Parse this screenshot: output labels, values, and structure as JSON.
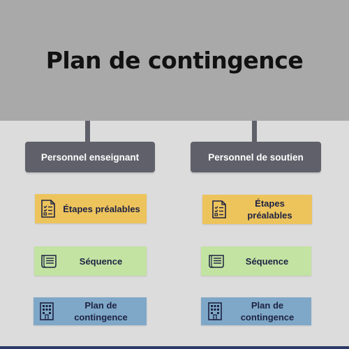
{
  "title": "Plan de contingence",
  "columns": [
    {
      "role": "Personnel enseignant",
      "cards": [
        {
          "label": "Étapes préalables",
          "icon": "checklist-icon",
          "color": "#edc35c"
        },
        {
          "label": "Séquence",
          "icon": "document-icon",
          "color": "#c3e3a2"
        },
        {
          "label": "Plan de contingence",
          "icon": "building-icon",
          "color": "#7fa8c8"
        }
      ]
    },
    {
      "role": "Personnel de soutien",
      "cards": [
        {
          "label": "Étapes préalables",
          "icon": "checklist-icon",
          "color": "#edc35c"
        },
        {
          "label": "Séquence",
          "icon": "document-icon",
          "color": "#c3e3a2"
        },
        {
          "label": "Plan de contingence",
          "icon": "building-icon",
          "color": "#7fa8c8"
        }
      ]
    }
  ],
  "colors": {
    "header_bg": "#a9a9a9",
    "page_bg": "#dcdcdc",
    "role_bg": "#5f6069",
    "text_dark": "#1d2242",
    "bottom_bar": "#2b3a66"
  }
}
